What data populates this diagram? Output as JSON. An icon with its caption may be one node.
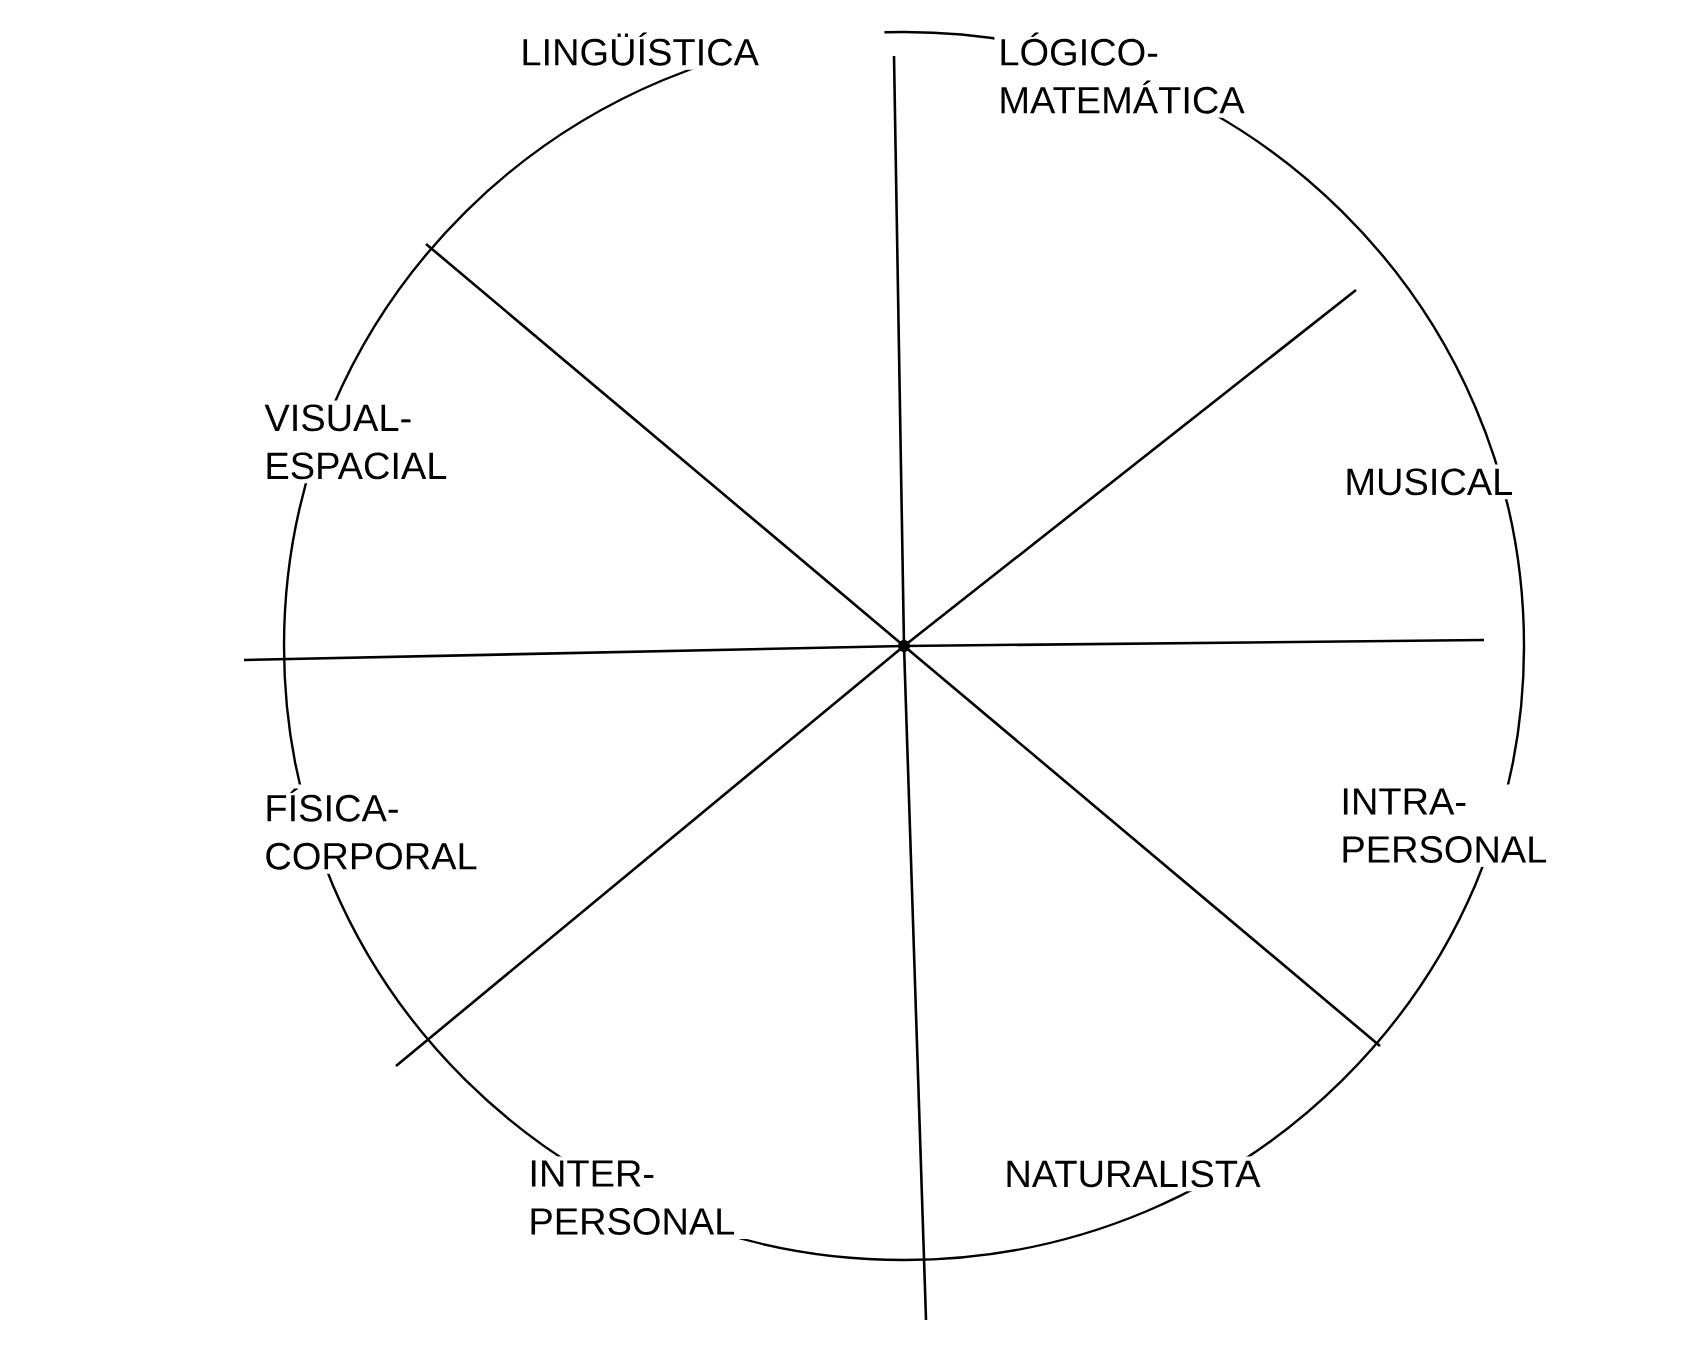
{
  "diagram": {
    "labels": [
      "LINGÜÍSTICA",
      "LÓGICO- MATEMÁTICA",
      "VISUAL- ESPACIAL",
      "MUSICAL",
      "FÍSICA- CORPORAL",
      "INTRA- PERSONAL",
      "INTER- PERSONAL",
      "NATURALISTA"
    ]
  }
}
